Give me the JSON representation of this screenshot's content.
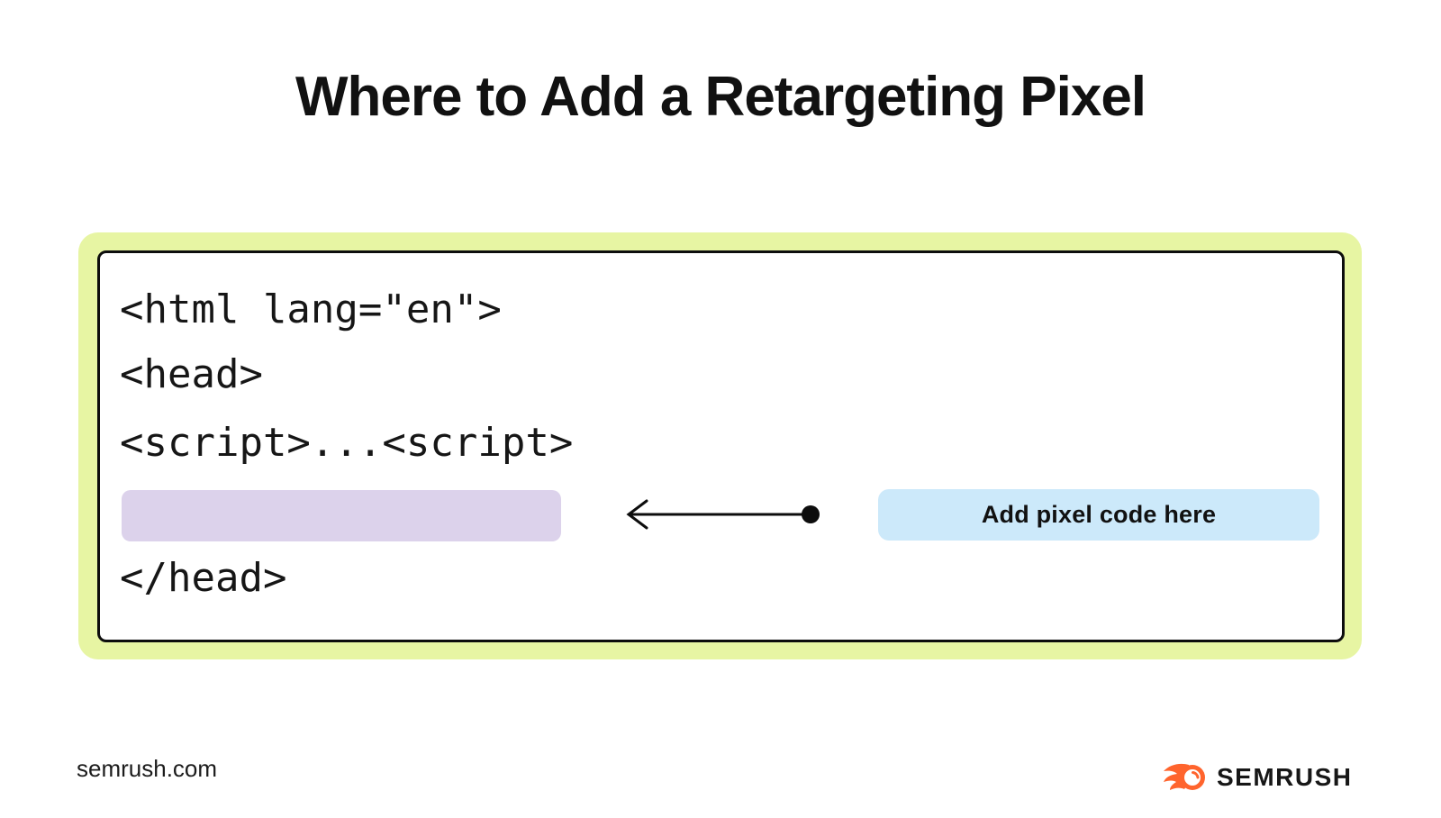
{
  "page": {
    "title": "Where to Add a Retargeting Pixel",
    "footer": {
      "site": "semrush.com",
      "brand": "SEMRUSH"
    }
  },
  "diagram": {
    "code_lines": [
      "<html lang=\"en\">",
      "<head>",
      "<script>...<script>",
      "</head>"
    ],
    "placeholder": "pixel-code-highlight-bar",
    "callout_label": "Add pixel code here",
    "arrow": "arrow-pointing-left-from-callout-to-placeholder",
    "colors": {
      "panel_background": "#e7f5a3",
      "code_box_background": "#ffffff",
      "code_box_border": "#0d0d0d",
      "placeholder_background": "#dcd2eb",
      "callout_background": "#cce9fa",
      "brand_orange": "#ff642d",
      "text": "#111111"
    }
  }
}
